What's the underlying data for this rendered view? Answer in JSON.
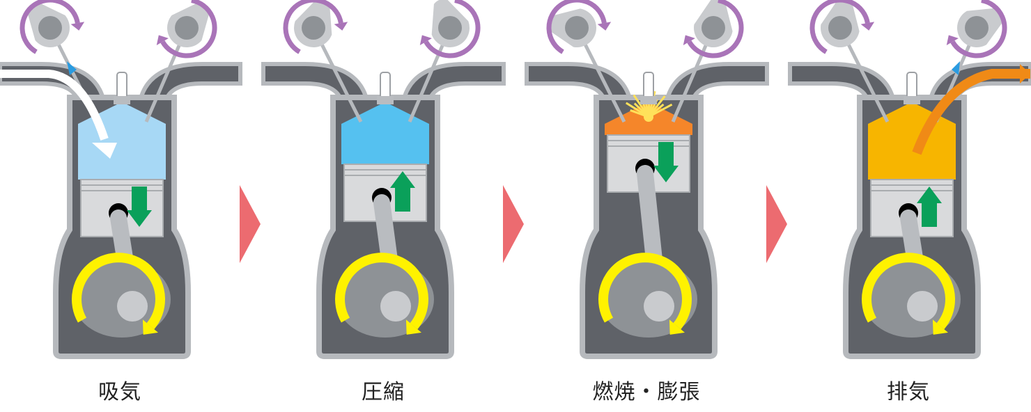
{
  "stages": [
    {
      "id": "intake",
      "label": "吸気"
    },
    {
      "id": "compression",
      "label": "圧縮"
    },
    {
      "id": "combustion",
      "label": "燃焼・膨張"
    },
    {
      "id": "exhaust",
      "label": "排気"
    }
  ],
  "colors": {
    "engine_body": "#5f6268",
    "engine_rim": "#b6b9bd",
    "intake_air": "#a7d8f5",
    "compressed_air": "#55c1f0",
    "combustion_flame": "#f5862a",
    "combustion_spark": "#ffe15a",
    "exhaust_gas": "#f7b500",
    "exhaust_flow": "#f08a16",
    "piston": "#d9dadc",
    "cam_arrow": "#a974b8",
    "crank_arrow": "#fff200",
    "piston_arrow": "#0aa05a",
    "valve_flow_arrow": "#2a9be0",
    "stage_chevron": "#ec6b70"
  }
}
